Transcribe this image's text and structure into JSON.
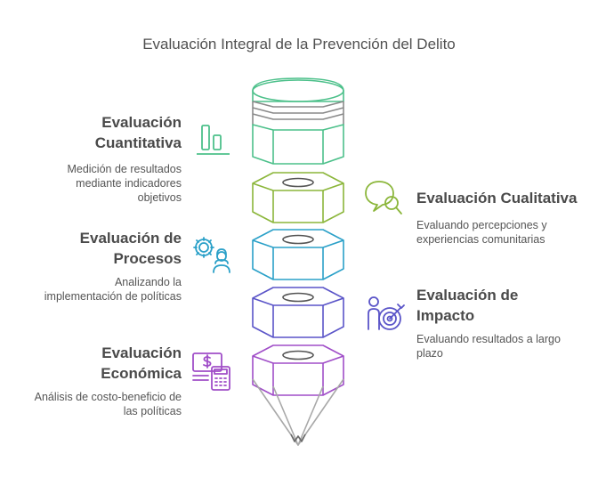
{
  "title": "Evaluación Integral de la Prevención del Delito",
  "sections": [
    {
      "key": "cuantitativa",
      "heading_line1": "Evaluación",
      "heading_line2": "Cuantitativa",
      "desc_line1": "Medición de resultados",
      "desc_line2": "mediante indicadores",
      "desc_line3": "objetivos",
      "icon": "bar-chart-icon",
      "color": "#4cc08a"
    },
    {
      "key": "cualitativa",
      "heading_line1": "Evaluación Cualitativa",
      "desc_line1": "Evaluando percepciones y",
      "desc_line2": "experiencias comunitarias",
      "icon": "chat-search-icon",
      "color": "#8bb63a"
    },
    {
      "key": "procesos",
      "heading_line1": "Evaluación de",
      "heading_line2": "Procesos",
      "desc_line1": "Analizando la",
      "desc_line2": "implementación de políticas",
      "icon": "gears-worker-icon",
      "color": "#2aa0c8"
    },
    {
      "key": "impacto",
      "heading_line1": "Evaluación de",
      "heading_line2": "Impacto",
      "desc_line1": "Evaluando resultados a largo",
      "desc_line2": "plazo",
      "icon": "target-person-icon",
      "color": "#5a54c8"
    },
    {
      "key": "economica",
      "heading_line1": "Evaluación",
      "heading_line2": "Económica",
      "desc_line1": "Análisis de costo-beneficio de",
      "desc_line2": "las políticas",
      "icon": "money-calculator-icon",
      "color": "#a04ec8"
    }
  ],
  "colors": {
    "green": "#4cc08a",
    "lime": "#8bb63a",
    "cyan": "#2aa0c8",
    "indigo": "#5a54c8",
    "purple": "#a04ec8",
    "eraser_bands": "#8a8a8a"
  }
}
